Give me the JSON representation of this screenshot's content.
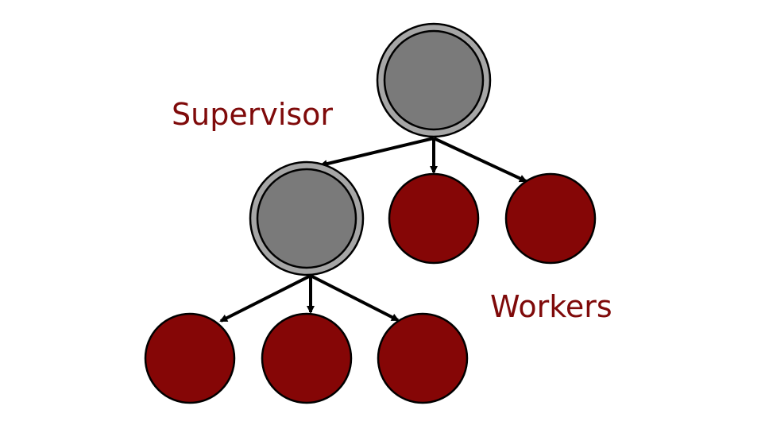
{
  "labels": {
    "supervisor": "Supervisor",
    "workers": "Workers"
  },
  "colors": {
    "background": "#ffffff",
    "label_text": "#7f0a0a",
    "supervisor_outer_ring": "#a6a6a6",
    "supervisor_inner": "#7a7a7a",
    "worker_fill": "#850606",
    "outline": "#000000",
    "arrow": "#000000"
  },
  "tree": {
    "root": {
      "role": "supervisor",
      "children": [
        {
          "role": "supervisor",
          "children": [
            {
              "role": "worker"
            },
            {
              "role": "worker"
            },
            {
              "role": "worker"
            }
          ]
        },
        {
          "role": "worker"
        },
        {
          "role": "worker"
        }
      ]
    }
  }
}
